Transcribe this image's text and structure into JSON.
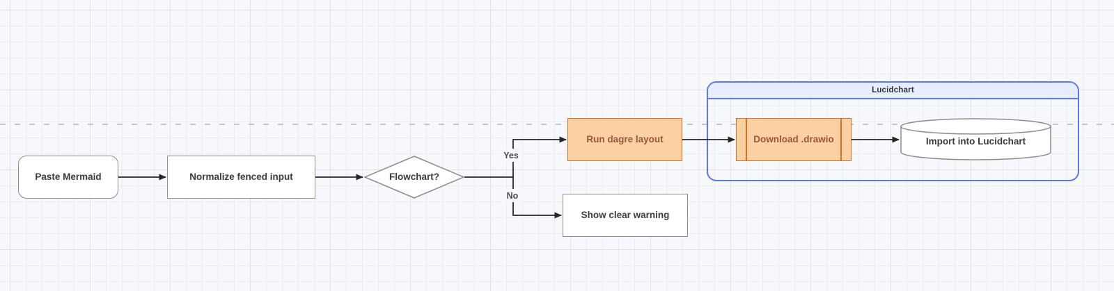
{
  "canvas": {
    "background": "#f7f8fb",
    "grid_minor_color": "#eaecf1",
    "grid_major_color": "#dfe2e9",
    "page_guide_color": "#c3c7cf",
    "page_guide_style": "dashed"
  },
  "colors": {
    "edge": "#262626",
    "node_fill": "#ffffff",
    "node_stroke": "#8c8c8c",
    "node_text": "#3b3b3b",
    "highlight_fill": "#fbd0a3",
    "highlight_stroke": "#d3702c",
    "highlight_text": "#99573a",
    "group_stroke": "#5b76f7",
    "group_title_fill": "#e6edfc",
    "group_title_text": "#30303c"
  },
  "flowchart": {
    "nodes": {
      "paste_mermaid": {
        "label": "Paste Mermaid",
        "shape": "rounded-rectangle",
        "fill": "white"
      },
      "normalize": {
        "label": "Normalize fenced input",
        "shape": "rectangle",
        "fill": "white"
      },
      "decision": {
        "label": "Flowchart?",
        "shape": "diamond",
        "fill": "white"
      },
      "run_dagre": {
        "label": "Run dagre layout",
        "shape": "rectangle",
        "fill": "orange"
      },
      "show_warning": {
        "label": "Show clear warning",
        "shape": "rectangle",
        "fill": "white"
      },
      "download_drawio": {
        "label": "Download .drawio",
        "shape": "subroutine",
        "fill": "orange"
      },
      "import_lucidchart": {
        "label": "Import into Lucidchart",
        "shape": "cylinder",
        "fill": "white"
      }
    },
    "group": {
      "label": "Lucidchart"
    },
    "edge_labels": {
      "yes": "Yes",
      "no": "No"
    },
    "edges": [
      {
        "from": "paste_mermaid",
        "to": "normalize"
      },
      {
        "from": "normalize",
        "to": "decision"
      },
      {
        "from": "decision",
        "to": "run_dagre",
        "label": "Yes"
      },
      {
        "from": "decision",
        "to": "show_warning",
        "label": "No"
      },
      {
        "from": "run_dagre",
        "to": "download_drawio"
      },
      {
        "from": "download_drawio",
        "to": "import_lucidchart"
      }
    ]
  }
}
